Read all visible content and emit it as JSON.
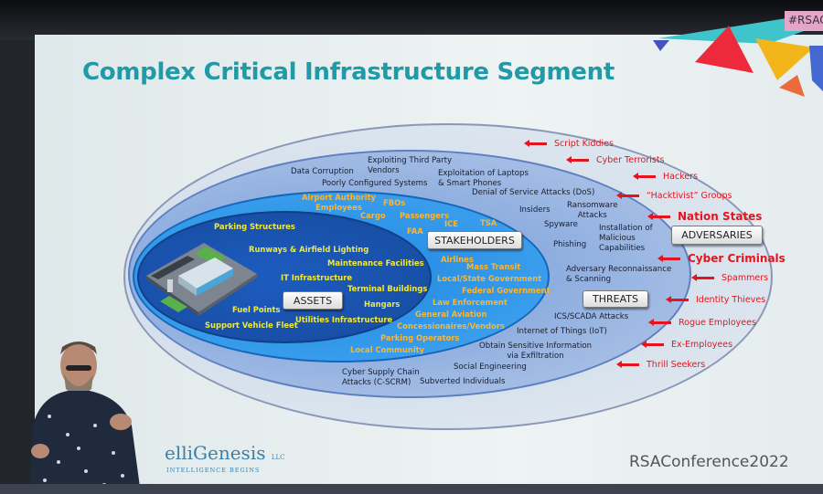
{
  "slide": {
    "title": "Complex Critical Infrastructure Segment",
    "hashtag": "#RSAC",
    "footer_brand": "RSAConference2022",
    "logo_text": "elliGenesis",
    "logo_suffix": "LLC",
    "logo_tagline": "INTELLIGENCE BEGINS"
  },
  "labels": {
    "adversaries": "ADVERSARIES",
    "threats": "THREATS",
    "stakeholders": "STAKEHOLDERS",
    "assets": "ASSETS"
  },
  "adversaries": [
    "Script Kiddies",
    "Cyber Terrorists",
    "Hackers",
    "“Hacktivist” Groups",
    "Nation States",
    "Cyber Criminals",
    "Spammers",
    "Identity Thieves",
    "Rogue Employees",
    "Ex-Employees",
    "Thrill Seekers"
  ],
  "threats": [
    "Data Corruption",
    "Exploiting Third Party\nVendors",
    "Poorly Configured Systems",
    "Exploitation of Laptops\n& Smart Phones",
    "Denial of Service Attacks (DoS)",
    "Insiders",
    "Ransomware\nAttacks",
    "Spyware",
    "Phishing",
    "Installation of\nMalicious\nCapabilities",
    "Adversary Reconnaissance\n& Scanning",
    "ICS/SCADA Attacks",
    "Internet of Things (IoT)",
    "Obtain Sensitive Information\nvia Exfiltration",
    "Social Engineering",
    "Cyber Supply Chain\nAttacks (C-SCRM)",
    "Subverted Individuals"
  ],
  "stakeholders": [
    "Airport Authority\nEmployees",
    "FBOs",
    "Cargo",
    "Passengers",
    "ICE",
    "TSA",
    "FAA",
    "Airlines",
    "Mass Transit",
    "Local/State Government",
    "Federal Government",
    "Law Enforcement",
    "General Aviation",
    "Concessionaires/Vendors",
    "Parking Operators",
    "Local Community"
  ],
  "assets": [
    "Parking Structures",
    "Runways & Airfield Lighting",
    "Maintenance Facilities",
    "IT Infrastructure",
    "Terminal Buildings",
    "Hangars",
    "Fuel Points",
    "Support Vehicle Fleet",
    "Utilities Infrastructure"
  ],
  "colors": {
    "title": "#1f9aa6",
    "adversary": "#e4141e",
    "stakeholder": "#f6b637",
    "asset": "#f1e83c"
  }
}
